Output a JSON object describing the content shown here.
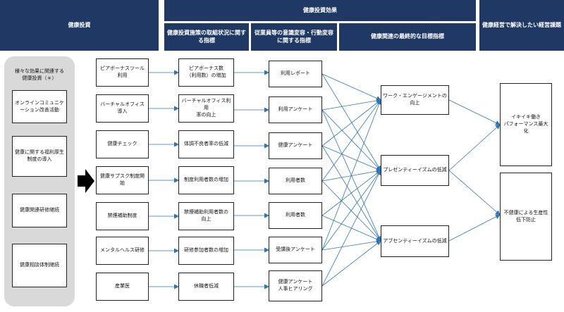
{
  "headers": {
    "invest": "健康投資",
    "effect": "健康投資効果",
    "effect_sub1": "健康投資施策の取組状況に関する指標",
    "effect_sub2": "従業員等の意識変容・行動変容に関する指標",
    "effect_sub3": "健康関連の最終的な目標指標",
    "issue": "健康経営で解決したい経営課題"
  },
  "panel": {
    "title": "様々な効果に関連する\n健康投資（＊）",
    "items": [
      "オンラインコミュニケーション改善活動",
      "健康に関する福利厚生制度の導入",
      "健康関連研修継続",
      "健康相談体制継続"
    ]
  },
  "col1": [
    "ピアボーナスツール利用",
    "バーチャルオフィス導入",
    "健康チェック",
    "健康サプスク制度開始",
    "禁煙補助制度",
    "メンタルヘルス研修",
    "産業医"
  ],
  "col2": [
    "ピアボーナス数\n（利用数）の増加",
    "バーチャルオフィス利用\n率の向上",
    "体調不良者率の低減",
    "制度利用者数の増加",
    "禁煙補助利用者数の\n向上",
    "研修参加者数の増加",
    "休職者低減"
  ],
  "col3": [
    "利用レポート",
    "利用アンケート",
    "健康アンケート",
    "利用者数",
    "利用者数",
    "受講後アンケート",
    "健康アンケート\n人事ヒアリング"
  ],
  "col4": [
    "ワーク・エンゲージメントの向上",
    "プレゼンティーイズムの低減",
    "アブセンティーイズムの低減"
  ],
  "col5": [
    "イキイキ働き\nパフォーマンス最大化",
    "不健康による生産性\n低下防止"
  ]
}
